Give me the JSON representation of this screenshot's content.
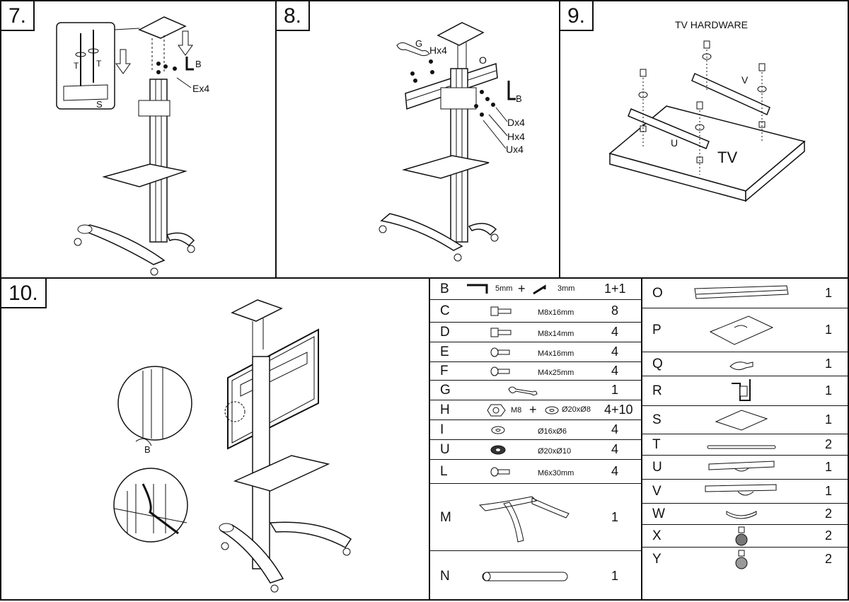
{
  "steps": {
    "s7": {
      "number": "7.",
      "labels": {
        "T1": "T",
        "T2": "T",
        "S": "S",
        "B": "B",
        "E": "Ex4"
      }
    },
    "s8": {
      "number": "8.",
      "labels": {
        "G": "G",
        "H": "Hx4",
        "O": "O",
        "B": "B",
        "D": "Dx4",
        "H2": "Hx4",
        "U": "Ux4"
      }
    },
    "s9": {
      "number": "9.",
      "labels": {
        "title": "TV HARDWARE",
        "V": "V",
        "U": "U",
        "TV": "TV"
      }
    },
    "s10": {
      "number": "10.",
      "labels": {
        "B": "B"
      }
    }
  },
  "parts_left": [
    {
      "letter": "B",
      "spec": "5mm",
      "plus": "+",
      "spec2": "3mm",
      "qty": "1+1",
      "icon": "hex-key-icon"
    },
    {
      "letter": "C",
      "spec": "M8x16mm",
      "qty": "8",
      "icon": "bolt-icon"
    },
    {
      "letter": "D",
      "spec": "M8x14mm",
      "qty": "4",
      "icon": "bolt-icon"
    },
    {
      "letter": "E",
      "spec": "M4x16mm",
      "qty": "4",
      "icon": "screw-icon"
    },
    {
      "letter": "F",
      "spec": "M4x25mm",
      "qty": "4",
      "icon": "screw-icon"
    },
    {
      "letter": "G",
      "spec": "",
      "qty": "1",
      "icon": "wrench-icon"
    },
    {
      "letter": "H",
      "spec": "M8",
      "plus": "+",
      "spec2": "Ø20xØ8",
      "qty": "4+10",
      "icon": "nut-washer-icon"
    },
    {
      "letter": "I",
      "spec": "Ø16xØ6",
      "qty": "4",
      "icon": "washer-icon"
    },
    {
      "letter": "U",
      "spec": "Ø20xØ10",
      "qty": "4",
      "icon": "spacer-icon"
    },
    {
      "letter": "L",
      "spec": "M6x30mm",
      "qty": "4",
      "icon": "screw-icon"
    },
    {
      "letter": "M",
      "spec": "",
      "qty": "1",
      "icon": "base-frame-icon"
    },
    {
      "letter": "N",
      "spec": "",
      "qty": "1",
      "icon": "tube-icon"
    }
  ],
  "parts_right": [
    {
      "letter": "O",
      "qty": "1",
      "icon": "mount-bracket-icon"
    },
    {
      "letter": "P",
      "qty": "1",
      "icon": "plate-icon"
    },
    {
      "letter": "Q",
      "qty": "1",
      "icon": "clip-icon"
    },
    {
      "letter": "R",
      "qty": "1",
      "icon": "u-bracket-icon"
    },
    {
      "letter": "S",
      "qty": "1",
      "icon": "shelf-plate-icon"
    },
    {
      "letter": "T",
      "qty": "2",
      "icon": "rod-icon"
    },
    {
      "letter": "U",
      "qty": "1",
      "icon": "rail-icon"
    },
    {
      "letter": "V",
      "qty": "1",
      "icon": "rail-hook-icon"
    },
    {
      "letter": "W",
      "qty": "2",
      "icon": "curved-strap-icon"
    },
    {
      "letter": "X",
      "qty": "2",
      "icon": "caster-brake-icon"
    },
    {
      "letter": "Y",
      "qty": "2",
      "icon": "caster-icon"
    }
  ]
}
